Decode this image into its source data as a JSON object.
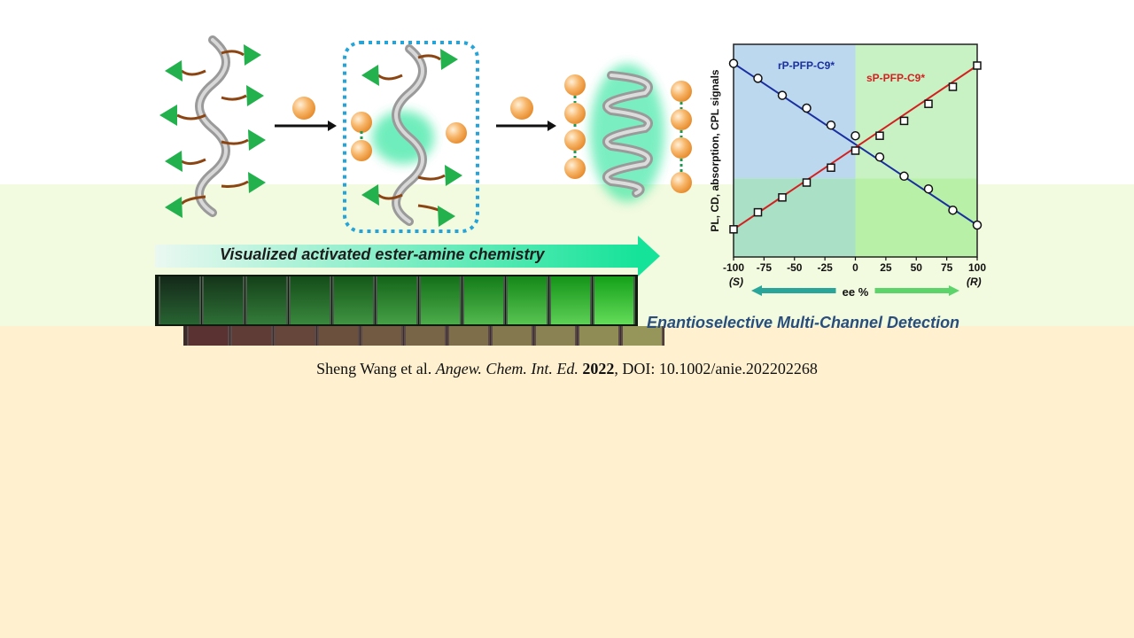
{
  "scheme": {
    "banner_text": "Visualized activated ester-amine chemistry",
    "detection_text": "Enantioselective Multi-Channel Detection",
    "colors": {
      "helix": "#b0b0b0",
      "arm": "#8b4513",
      "triangle": "#22b14c",
      "sphere": "#f6a046",
      "glow": "#35e6a0",
      "box": "#24a4d8",
      "banner_start": "#e6f7ee",
      "banner_end": "#1ee59a"
    },
    "vial_count": 11
  },
  "citation": {
    "authors": "Sheng  Wang  et al.",
    "journal": "Angew.  Chem.  Int.  Ed.",
    "year": "2022",
    "doi": ", DOI:  10.1002/anie.202202268"
  },
  "chart_data": {
    "type": "scatter",
    "xlabel": "ee %",
    "ylabel": "PL, CD, absorption, CPL signals",
    "xlim": [
      -100,
      100
    ],
    "ylim": [
      0,
      100
    ],
    "x_ticks": [
      "-100",
      "-75",
      "-50",
      "-25",
      "0",
      "25",
      "50",
      "75",
      "100"
    ],
    "left_label": "(S)",
    "right_label": "(R)",
    "series": [
      {
        "name": "rP-PFP-C9*",
        "color": "#1a2fa0",
        "marker": "circle",
        "x": [
          -100,
          -80,
          -60,
          -40,
          -20,
          0,
          20,
          40,
          60,
          80,
          100
        ],
        "y": [
          91,
          84,
          76,
          70,
          62,
          57,
          47,
          38,
          32,
          22,
          15
        ]
      },
      {
        "name": "sP-PFP-C9*",
        "color": "#d42020",
        "marker": "square",
        "x": [
          -100,
          -80,
          -60,
          -40,
          -20,
          0,
          20,
          40,
          60,
          80,
          100
        ],
        "y": [
          13,
          21,
          28,
          35,
          42,
          50,
          57,
          64,
          72,
          80,
          90
        ]
      }
    ],
    "regions": {
      "top_left": "#bcd8ee",
      "top_right": "#c9f2c4",
      "bottom_left": "#a9e0c6",
      "bottom_right": "#b7f0a6"
    }
  }
}
